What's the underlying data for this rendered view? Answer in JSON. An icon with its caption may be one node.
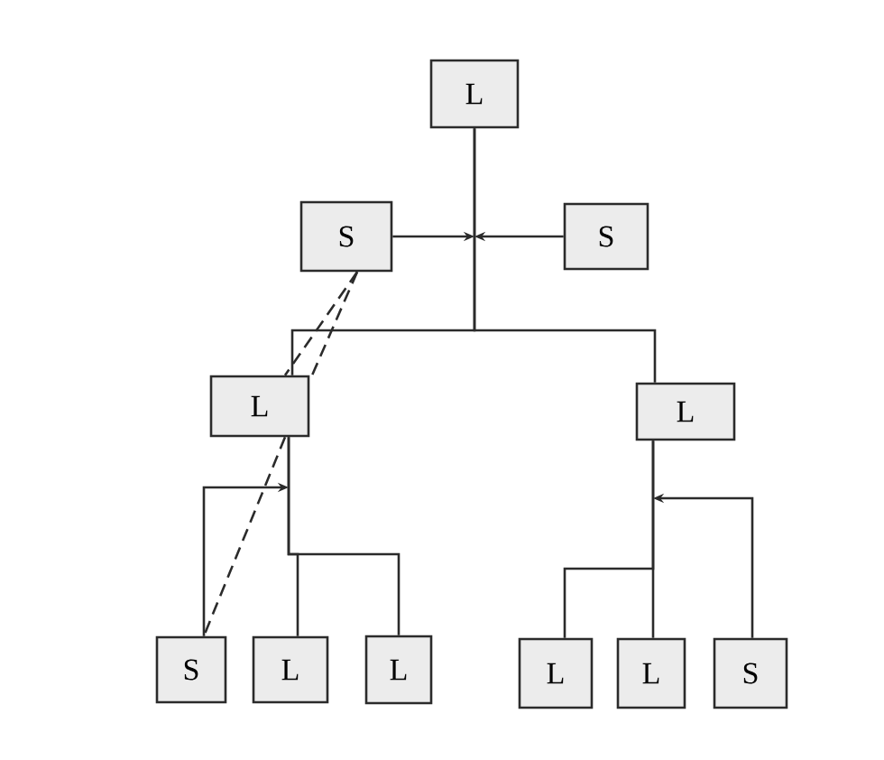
{
  "diagram": {
    "nodes": [
      {
        "text": [
          "L"
        ]
      },
      {
        "text": [
          "S"
        ]
      },
      {
        "text": [
          "S"
        ]
      },
      {
        "text": [
          "L"
        ]
      },
      {
        "text": [
          "L"
        ]
      },
      {
        "text": [
          "S"
        ]
      },
      {
        "text": [
          "L"
        ]
      },
      {
        "text": [
          "L"
        ]
      },
      {
        "text": [
          "L"
        ]
      },
      {
        "text": [
          "L"
        ]
      },
      {
        "text": [
          "S"
        ]
      }
    ],
    "edges": [
      {
        "from": 0,
        "to": 3,
        "arrow": "none"
      },
      {
        "from": 0,
        "to": 4,
        "arrow": "none"
      },
      {
        "from": 1,
        "to": null,
        "arrow": "to"
      },
      {
        "from": 2,
        "to": null,
        "arrow": "to"
      },
      {
        "from": 1,
        "to": 3,
        "arrow": "none",
        "style": "dashed"
      },
      {
        "from": 1,
        "to": 3,
        "arrow": "none",
        "style": "dashed"
      },
      {
        "from": 3,
        "to": 5,
        "arrow": "none",
        "style": "dashed"
      },
      {
        "from": 3,
        "to": 6,
        "arrow": "none"
      },
      {
        "from": 3,
        "to": 7,
        "arrow": "none"
      },
      {
        "from": 5,
        "to": null,
        "arrow": "to"
      },
      {
        "from": 4,
        "to": 8,
        "arrow": "none"
      },
      {
        "from": 4,
        "to": 9,
        "arrow": "none"
      },
      {
        "from": 10,
        "to": null,
        "arrow": "to"
      }
    ]
  }
}
